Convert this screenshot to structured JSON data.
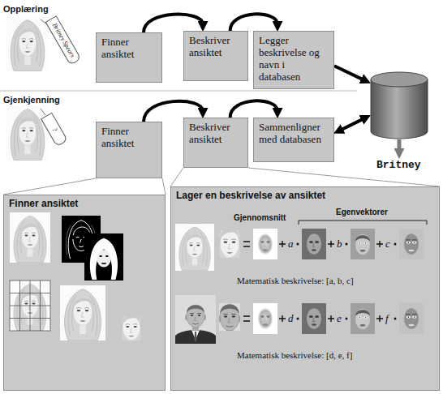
{
  "diagram": {
    "nodes": [
      {
        "text": [
          "Britney Spears"
        ]
      },
      {
        "text": [
          "Finner ansiktet"
        ]
      },
      {
        "text": [
          "Beskriver ansiktet"
        ]
      },
      {
        "text": [
          "Legger beskrivelse og navn i databasen"
        ]
      },
      {
        "text": []
      },
      {
        "text": [
          "?"
        ]
      },
      {
        "text": [
          "Finner ansiktet"
        ]
      },
      {
        "text": [
          "Beskriver ansiktet"
        ]
      },
      {
        "text": [
          "Sammenligner med databasen"
        ]
      },
      {
        "text": [
          "Britney"
        ]
      },
      {
        "text": [
          "Finner ansiktet"
        ]
      },
      {
        "text": [
          "Lager en beskrivelse av ansiktet"
        ]
      }
    ],
    "edges": [
      {
        "from": 1,
        "to": 2,
        "arrow": "to"
      },
      {
        "from": 2,
        "to": 3,
        "arrow": "to"
      },
      {
        "from": 3,
        "to": 4,
        "arrow": "to"
      },
      {
        "from": 6,
        "to": 7,
        "arrow": "to"
      },
      {
        "from": 7,
        "to": 8,
        "arrow": "to"
      },
      {
        "from": 8,
        "to": 4,
        "arrow": "both"
      },
      {
        "from": 4,
        "to": 9,
        "arrow": "to"
      },
      {
        "from": 6,
        "to": 10,
        "arrow": "none"
      },
      {
        "from": 7,
        "to": 11,
        "arrow": "none"
      }
    ],
    "labels": [
      "Opplæring",
      "Gjenkjenning",
      "Gjennomsnitt",
      "Egenvektorer",
      "a",
      "b",
      "c",
      "Matematisk beskrivelse: [a, b, c]",
      "d",
      "e",
      "f",
      "Matematisk beskrivelse: [d, e, f]"
    ]
  }
}
